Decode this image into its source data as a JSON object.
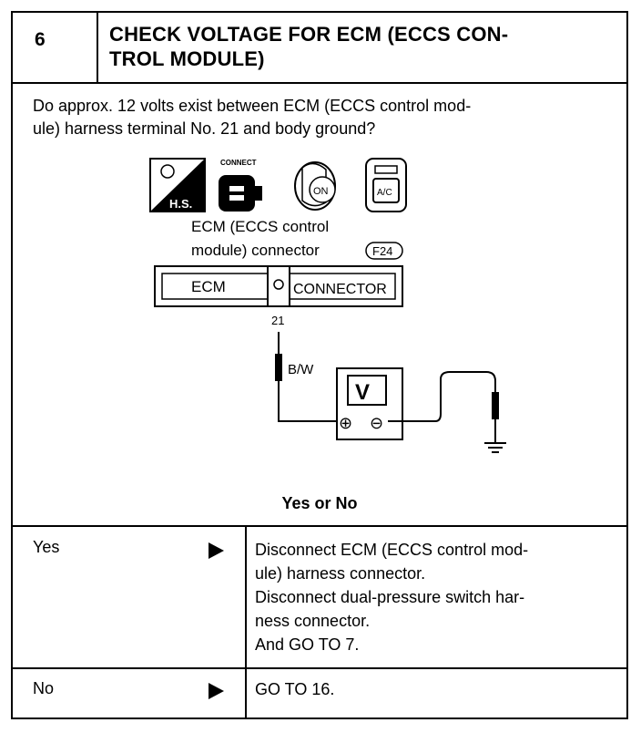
{
  "step": {
    "number": "6",
    "title_lines": [
      "CHECK VOLTAGE FOR ECM (ECCS CON-",
      "TROL MODULE)"
    ]
  },
  "question_lines": [
    "Do approx. 12 volts exist between ECM (ECCS control mod-",
    "ule) harness terminal No. 21 and body ground?"
  ],
  "diagram": {
    "icon_hs_label": "H.S.",
    "icon_connect_label": "CONNECT",
    "icon_on_label": "ON",
    "icon_ac_label": "A/C",
    "connector_caption_line1": "ECM (ECCS control",
    "connector_caption_line2": "module) connector",
    "connector_code": "F24",
    "connector_left_label": "ECM",
    "connector_right_label": "CONNECTOR",
    "terminal_number": "21",
    "wire_color": "B/W",
    "meter_label": "V",
    "plus_symbol": "⊕",
    "minus_symbol": "⊖"
  },
  "yes_no_prompt": "Yes or No",
  "options": [
    {
      "label": "Yes",
      "action_lines": [
        "Disconnect ECM (ECCS control mod-",
        "ule) harness connector.",
        "Disconnect dual-pressure switch har-",
        "ness connector.",
        "And GO TO 7."
      ]
    },
    {
      "label": "No",
      "action_lines": [
        "GO TO 16."
      ]
    }
  ]
}
